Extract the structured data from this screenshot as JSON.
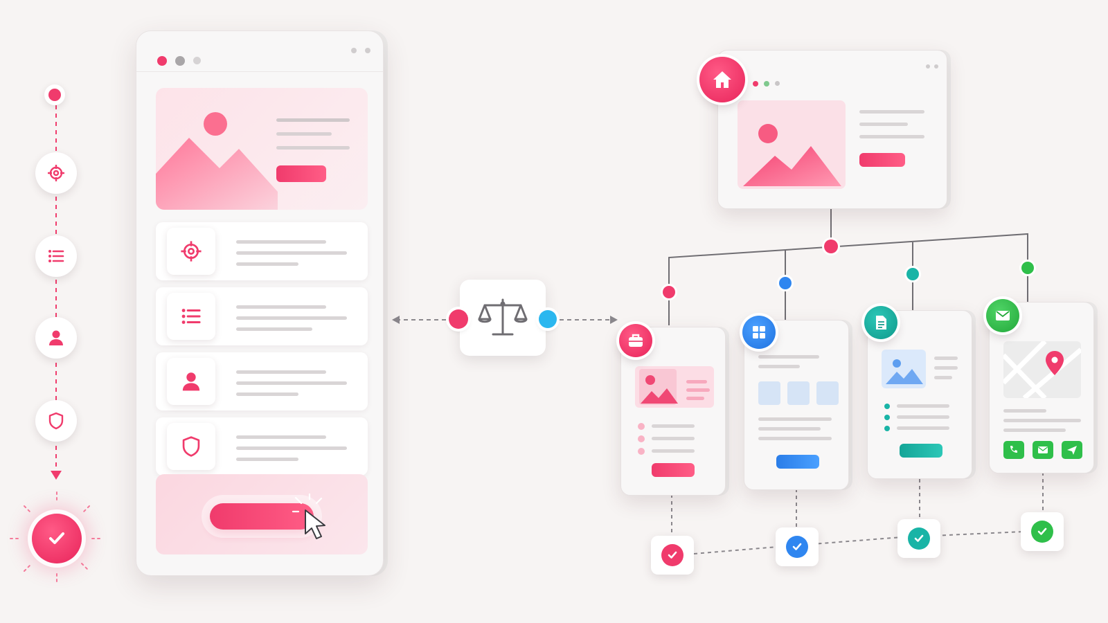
{
  "colors": {
    "accent": "#f03b6c",
    "pink_light": "#fbd7e0",
    "blue": "#2f86f0",
    "teal": "#19b4a6",
    "green": "#2fbf4a",
    "cyan": "#2bb7ef",
    "line_gray": "#d9d5d6",
    "connector_gray": "#7c7a80"
  },
  "left_flow": {
    "start_color": "#f03b6c",
    "steps": [
      {
        "icon": "target-icon"
      },
      {
        "icon": "list-icon"
      },
      {
        "icon": "user-icon"
      },
      {
        "icon": "shield-icon"
      }
    ],
    "end_icon": "check-icon"
  },
  "phone": {
    "window_dots": [
      "#f03b6c",
      "#a9a6a8",
      "#d6d3d4"
    ],
    "hero_image_icon": "image-icon",
    "rows": [
      {
        "icon": "target-icon"
      },
      {
        "icon": "list-icon"
      },
      {
        "icon": "user-icon"
      },
      {
        "icon": "shield-icon"
      }
    ],
    "cta_icon": "cursor-click-icon"
  },
  "compare_node": {
    "icon": "balance-scale-icon",
    "left_port_color": "#f03b6c",
    "right_port_color": "#2bb7ef"
  },
  "home_screen": {
    "badge_icon": "home-icon",
    "window_dots": [
      "#f03b6c",
      "#7fc98e",
      "#c9c6c7"
    ]
  },
  "children": [
    {
      "badge_icon": "briefcase-icon",
      "color": "#f03b6c",
      "content": "image-list-button"
    },
    {
      "badge_icon": "grid-icon",
      "color": "#2f86f0",
      "content": "tiles-button"
    },
    {
      "badge_icon": "document-icon",
      "color": "#19b4a6",
      "content": "image-bullets-button"
    },
    {
      "badge_icon": "mail-icon",
      "color": "#2fbf4a",
      "content": "map-contact"
    }
  ],
  "contact_actions": [
    {
      "icon": "phone-icon"
    },
    {
      "icon": "mail-icon"
    },
    {
      "icon": "send-icon"
    }
  ]
}
